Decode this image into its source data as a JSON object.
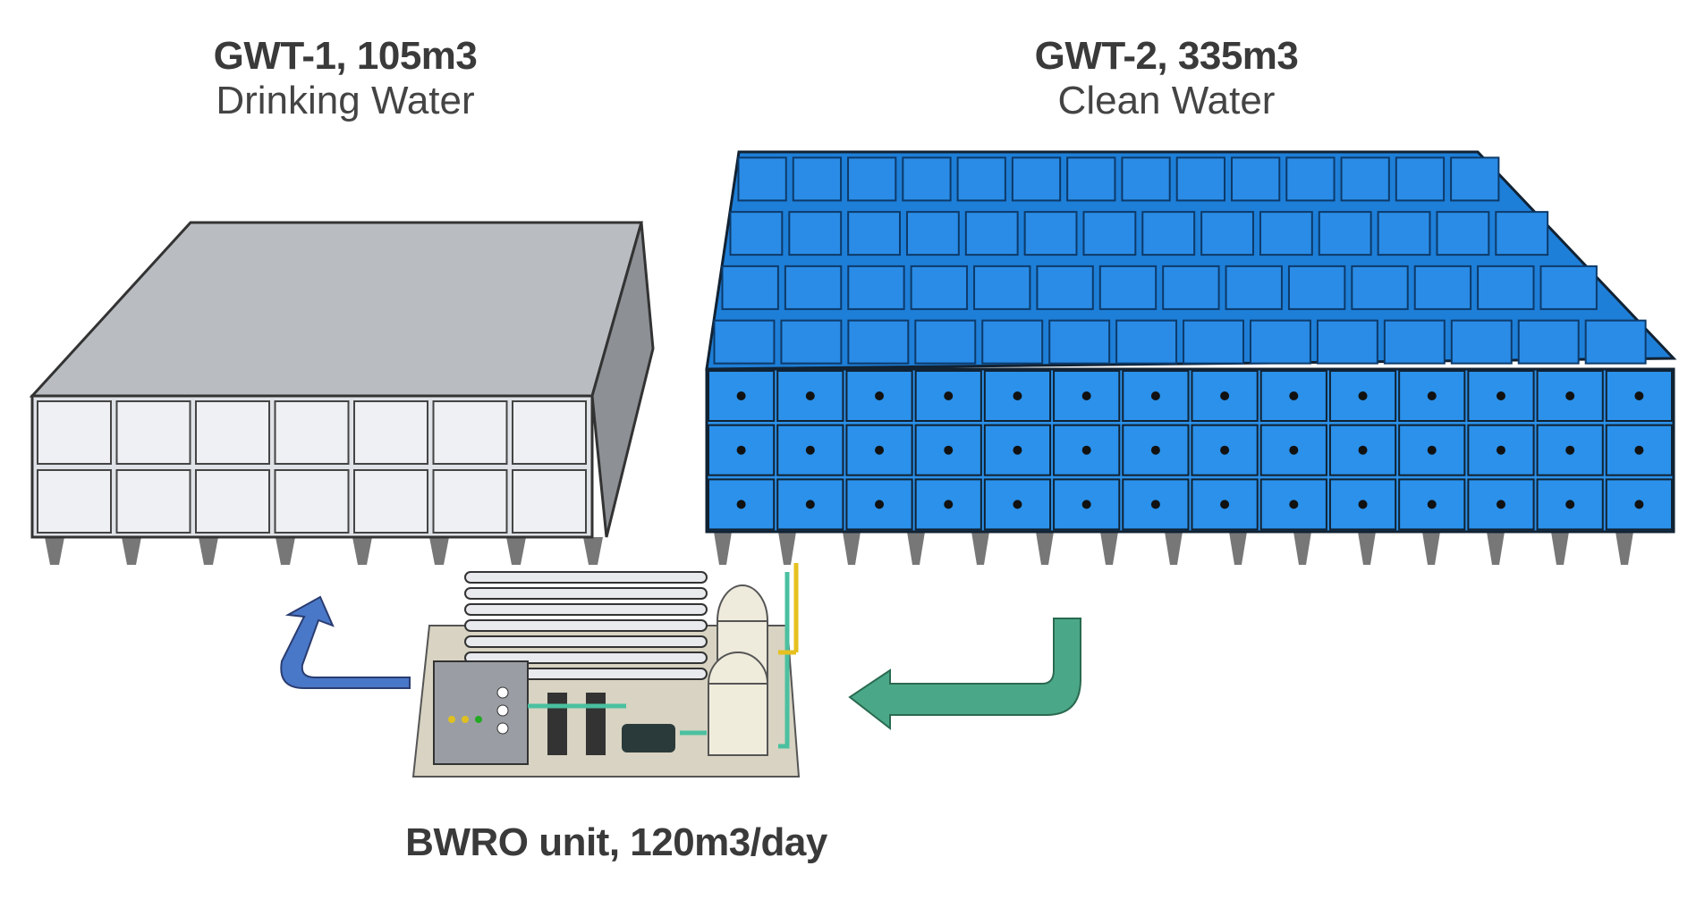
{
  "tanks": [
    {
      "name": "GWT-1, 105m3",
      "purpose": "Drinking Water"
    },
    {
      "name": "GWT-2, 335m3",
      "purpose": "Clean Water"
    }
  ],
  "unit": {
    "name": "BWRO unit, 120m3/day"
  },
  "colors": {
    "gwt1": "#c9ccd0",
    "gwt2": "#1f86e0",
    "arrow_out": "#4a78c8",
    "arrow_in": "#4aa888",
    "text": "#3a3a3a"
  }
}
